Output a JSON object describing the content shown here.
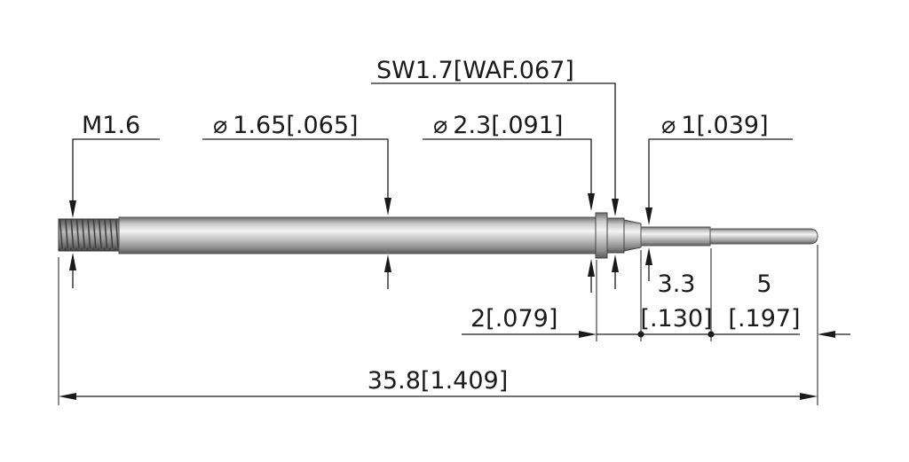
{
  "dimensions": {
    "thread": "M1.6",
    "shaft_diameter": "1.65[.065]",
    "collar_diameter": "2.3[.091]",
    "wrench_size": "SW1.7[WAF.067]",
    "tip_diameter": "1[.039]",
    "collar_offset": "2[.079]",
    "mid_length_mm": "3.3",
    "mid_length_in": "[.130]",
    "tip_length_mm": "5",
    "tip_length_in": "[.197]",
    "overall_length": "35.8[1.409]"
  },
  "symbols": {
    "diameter": "⌀"
  }
}
